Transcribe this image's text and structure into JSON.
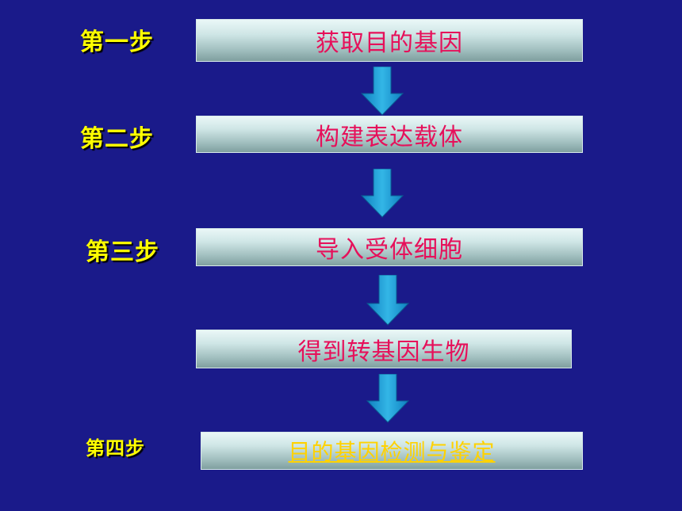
{
  "steps": [
    {
      "label": "第一步",
      "box": "获取目的基因"
    },
    {
      "label": "第二步",
      "box": "构建表达载体"
    },
    {
      "label": "第三步",
      "box": "导入受体细胞"
    },
    {
      "label": "",
      "box": "得到转基因生物"
    },
    {
      "label": "第四步",
      "box": "目的基因检测与鉴定"
    }
  ],
  "colors": {
    "background": "#1a1a8a",
    "label_text": "#ffff00",
    "box_text": "#e6105a",
    "link_text": "#ffd200",
    "arrow": "#1a9ad6"
  }
}
